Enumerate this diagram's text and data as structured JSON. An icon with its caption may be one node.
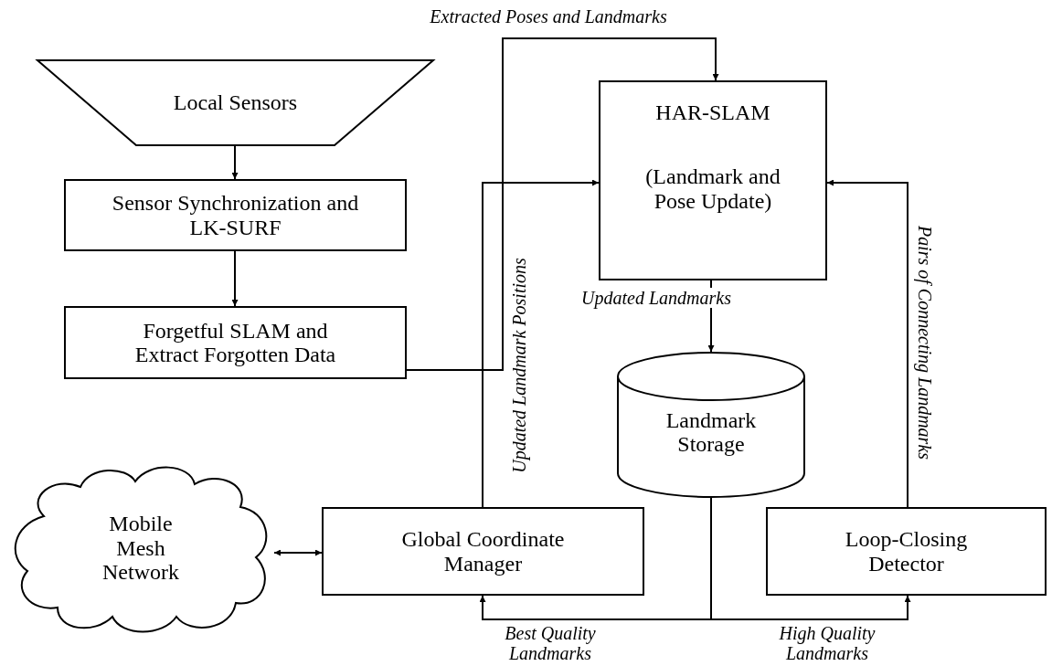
{
  "diagram": {
    "nodes": [
      {
        "text": [
          "Local Sensors"
        ]
      },
      {
        "text": [
          "Sensor Synchronization and LK-SURF"
        ]
      },
      {
        "text": [
          "Forgetful SLAM and Extract Forgotten Data"
        ]
      },
      {
        "text": [
          "HAR-SLAM",
          "(Landmark and Pose Update)"
        ]
      },
      {
        "text": [
          "Landmark Storage"
        ]
      },
      {
        "text": [
          "Mobile Mesh Network"
        ]
      },
      {
        "text": [
          "Global Coordinate Manager"
        ]
      },
      {
        "text": [
          "Loop-Closing Detector"
        ]
      }
    ],
    "edges": [
      {
        "from": 0,
        "to": 1,
        "arrow": "to"
      },
      {
        "from": 1,
        "to": 2,
        "arrow": "to"
      },
      {
        "from": 2,
        "to": 3,
        "arrow": "to",
        "label": "Extracted Poses and Landmarks"
      },
      {
        "from": 6,
        "to": 3,
        "arrow": "to",
        "label": "Updated Landmark Positions"
      },
      {
        "from": 3,
        "to": 4,
        "arrow": "to",
        "label": "Updated Landmarks"
      },
      {
        "from": 4,
        "to": 6,
        "arrow": "to",
        "label": "Best Quality Landmarks"
      },
      {
        "from": 4,
        "to": 7,
        "arrow": "to",
        "label": "High Quality Landmarks"
      },
      {
        "from": 7,
        "to": 3,
        "arrow": "to",
        "label": "Pairs of Connecting Landmarks"
      },
      {
        "from": 5,
        "to": 6,
        "arrow": "both"
      }
    ]
  }
}
